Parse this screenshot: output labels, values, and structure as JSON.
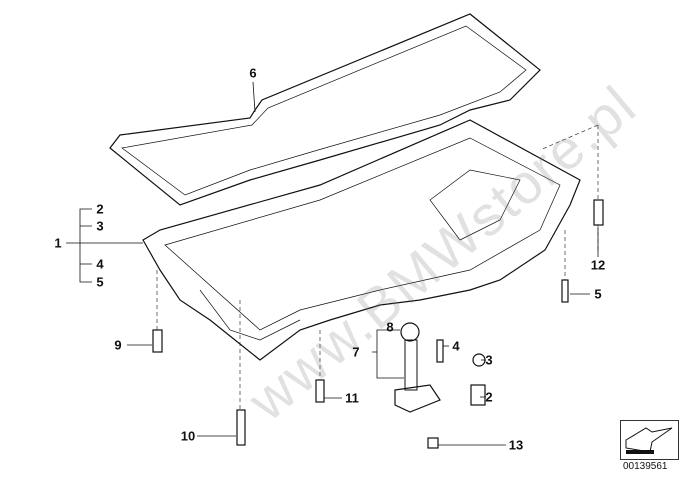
{
  "diagram": {
    "watermark": "www.BMWstore.pl",
    "part_number": "00139561",
    "callouts": [
      {
        "id": "6",
        "label": "6"
      },
      {
        "id": "2a",
        "label": "2"
      },
      {
        "id": "3a",
        "label": "3"
      },
      {
        "id": "1",
        "label": "1"
      },
      {
        "id": "4a",
        "label": "4"
      },
      {
        "id": "5a",
        "label": "5"
      },
      {
        "id": "12",
        "label": "12"
      },
      {
        "id": "5b",
        "label": "5"
      },
      {
        "id": "9",
        "label": "9"
      },
      {
        "id": "8",
        "label": "8"
      },
      {
        "id": "7",
        "label": "7"
      },
      {
        "id": "4b",
        "label": "4"
      },
      {
        "id": "3b",
        "label": "3"
      },
      {
        "id": "11",
        "label": "11"
      },
      {
        "id": "2b",
        "label": "2"
      },
      {
        "id": "10",
        "label": "10"
      },
      {
        "id": "13",
        "label": "13"
      }
    ]
  }
}
